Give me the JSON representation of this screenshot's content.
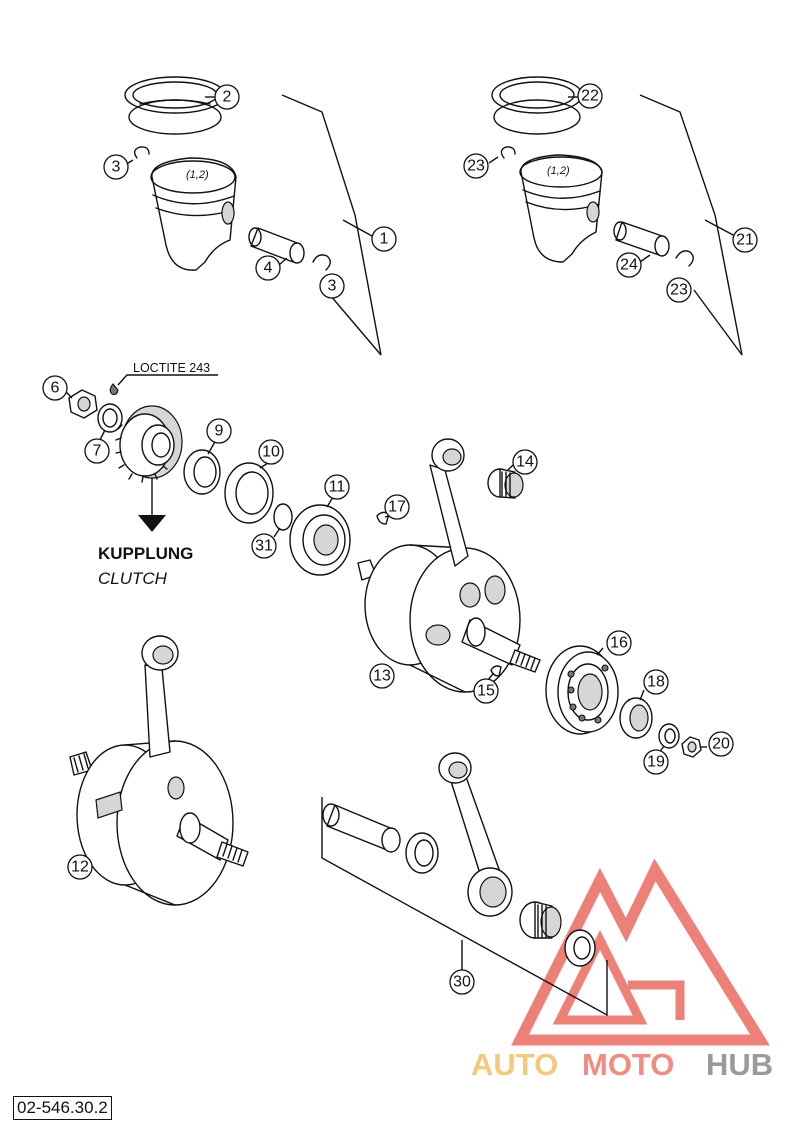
{
  "diagram": {
    "callouts": [
      {
        "id": "c1",
        "text": "1"
      },
      {
        "id": "c2",
        "text": "2"
      },
      {
        "id": "c3a",
        "text": "3"
      },
      {
        "id": "c3b",
        "text": "3"
      },
      {
        "id": "c4",
        "text": "4"
      },
      {
        "id": "c6",
        "text": "6"
      },
      {
        "id": "c7",
        "text": "7"
      },
      {
        "id": "c9",
        "text": "9"
      },
      {
        "id": "c10",
        "text": "10"
      },
      {
        "id": "c11",
        "text": "11"
      },
      {
        "id": "c12",
        "text": "12"
      },
      {
        "id": "c13",
        "text": "13"
      },
      {
        "id": "c14",
        "text": "14"
      },
      {
        "id": "c15",
        "text": "15"
      },
      {
        "id": "c16",
        "text": "16"
      },
      {
        "id": "c17",
        "text": "17"
      },
      {
        "id": "c18",
        "text": "18"
      },
      {
        "id": "c19",
        "text": "19"
      },
      {
        "id": "c20",
        "text": "20"
      },
      {
        "id": "c21",
        "text": "21"
      },
      {
        "id": "c22",
        "text": "22"
      },
      {
        "id": "c23a",
        "text": "23"
      },
      {
        "id": "c23b",
        "text": "23"
      },
      {
        "id": "c24",
        "text": "24"
      },
      {
        "id": "c30",
        "text": "30"
      },
      {
        "id": "c31",
        "text": "31"
      }
    ],
    "piston_marking_left": "(1,2)",
    "piston_marking_right": "(1,2)",
    "loctite_label": "LOCTITE 243",
    "kupplung_label": "KUPPLUNG",
    "clutch_label": "CLUTCH",
    "document_number": "02-546.30.2"
  },
  "watermark": {
    "text_auto": "AUTO",
    "text_moto": "MOTO",
    "text_hub": "HUB",
    "colors": {
      "auto": "#f5c97a",
      "moto": "#f28b80",
      "hub": "#9a9a9a",
      "triangle": "#e8564a"
    }
  }
}
